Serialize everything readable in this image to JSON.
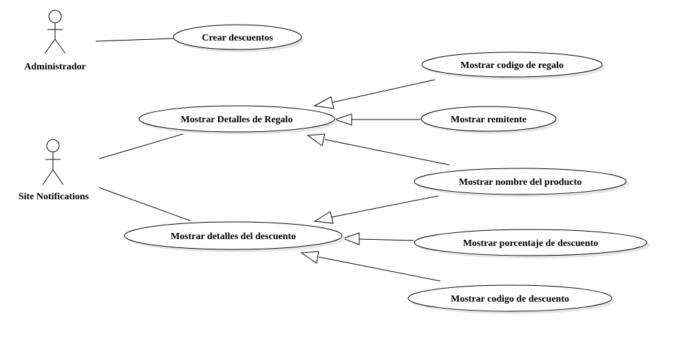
{
  "actors": {
    "administrador": "Administrador",
    "site_notifications": "Site Notifications"
  },
  "use_cases": {
    "crear_descuentos": "Crear descuentos",
    "mostrar_detalles_regalo": "Mostrar Detalles de Regalo",
    "mostrar_codigo_regalo": "Mostrar codigo de regalo",
    "mostrar_remitente": "Mostrar remitente",
    "mostrar_nombre_producto": "Mostrar nombre del producto",
    "mostrar_detalles_descuento": "Mostrar detalles del descuento",
    "mostrar_porcentaje_descuento": "Mostrar porcentaje de descuento",
    "mostrar_codigo_descuento": "Mostrar codigo de descuento"
  }
}
